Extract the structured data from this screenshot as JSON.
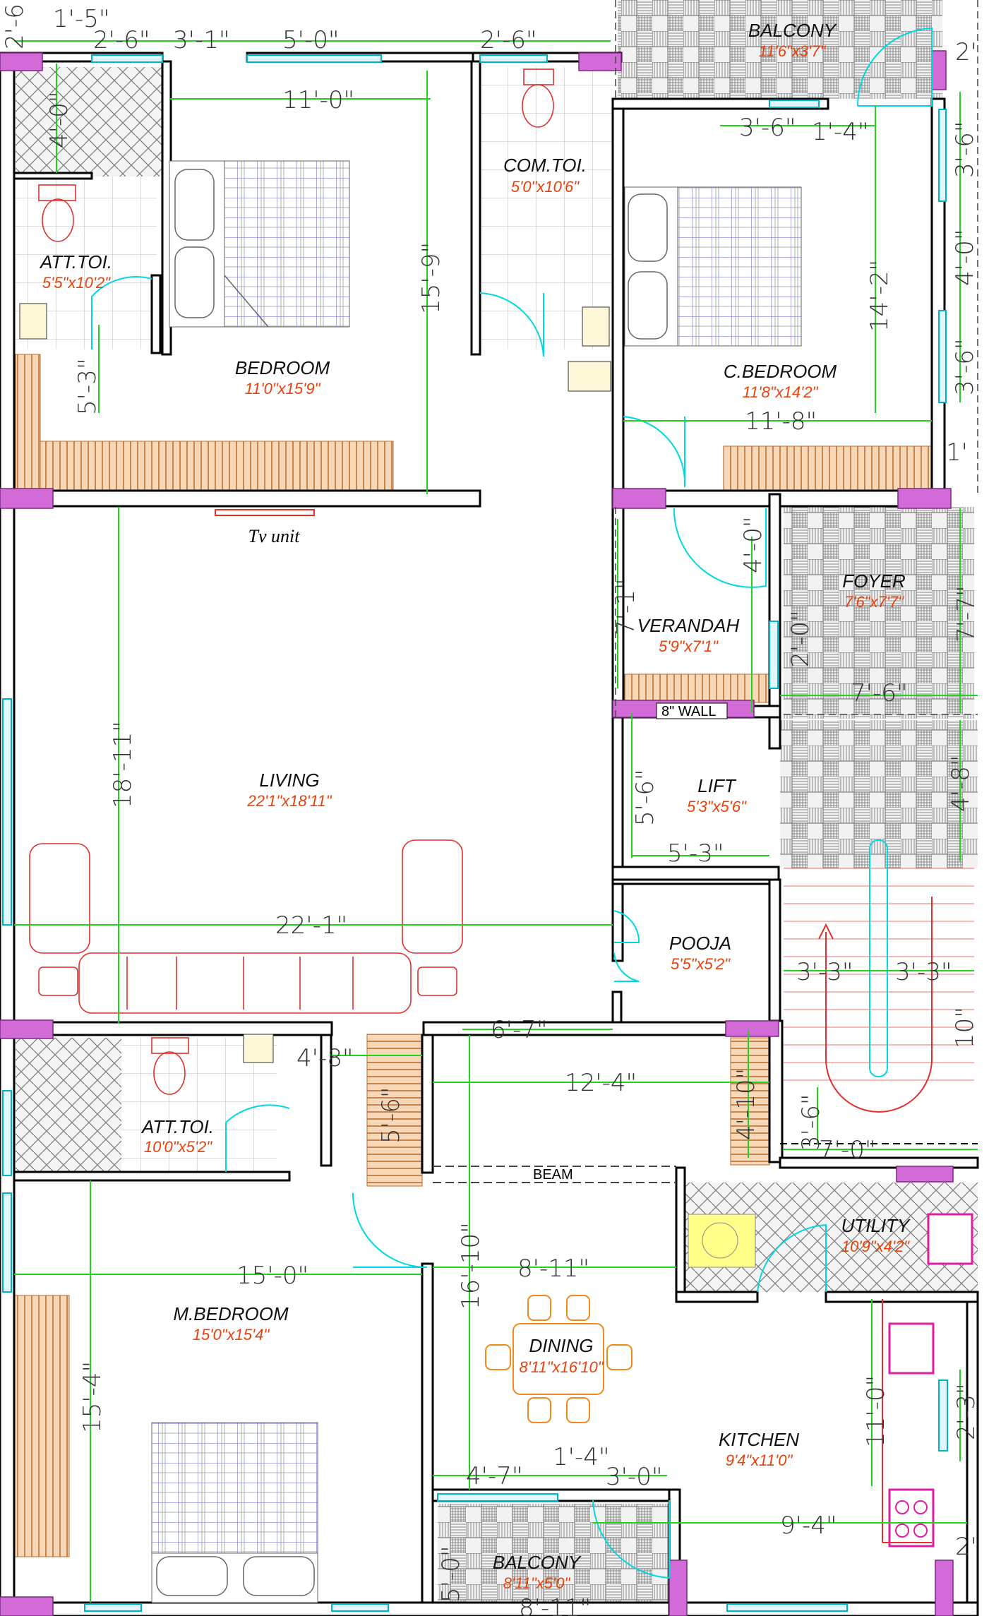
{
  "rooms": {
    "balcony_top": {
      "name": "BALCONY",
      "size": "11'6\"x3'7\""
    },
    "com_toi": {
      "name": "COM.TOI.",
      "size": "5'0\"x10'6\""
    },
    "att_toi_top": {
      "name": "ATT.TOI.",
      "size": "5'5\"x10'2\""
    },
    "bedroom": {
      "name": "BEDROOM",
      "size": "11'0\"x15'9\""
    },
    "c_bedroom": {
      "name": "C.BEDROOM",
      "size": "11'8\"x14'2\""
    },
    "foyer": {
      "name": "FOYER",
      "size": "7'6\"x7'7\""
    },
    "verandah": {
      "name": "VERANDAH",
      "size": "5'9\"x7'1\""
    },
    "lift": {
      "name": "LIFT",
      "size": "5'3\"x5'6\""
    },
    "living": {
      "name": "LIVING",
      "size": "22'1\"x18'11\""
    },
    "pooja": {
      "name": "POOJA",
      "size": "5'5\"x5'2\""
    },
    "att_toi_bottom": {
      "name": "ATT.TOI.",
      "size": "10'0\"x5'2\""
    },
    "utility": {
      "name": "UTILITY",
      "size": "10'9\"x4'2\""
    },
    "m_bedroom": {
      "name": "M.BEDROOM",
      "size": "15'0\"x15'4\""
    },
    "dining": {
      "name": "DINING",
      "size": "8'11\"x16'10\""
    },
    "kitchen": {
      "name": "KITCHEN",
      "size": "9'4\"x11'0\""
    },
    "balcony_bottom": {
      "name": "BALCONY",
      "size": "8'11\"x5'0\""
    }
  },
  "notes": {
    "tv_unit": "Tv unit",
    "wall": "8\" WALL",
    "beam": "BEAM"
  },
  "dims": {
    "d1": "1'-5\"",
    "d2": "2'-6\"",
    "d3": "3'-1\"",
    "d4": "5'-0\"",
    "d5": "2'-6\"",
    "d6": "11'-0\"",
    "d7": "4'-0\"",
    "d8": "15'-9\"",
    "d9": "5'-3\"",
    "d10": "3'-6\"",
    "d11": "1'-4\"",
    "d12": "14'-2\"",
    "d13": "3'-6\"",
    "d14": "4'-0\"",
    "d15": "3'-6\"",
    "d16": "11'-8\"",
    "d17": "7'-1\"",
    "d18": "4'-0\"",
    "d19": "2'-0\"",
    "d20": "7'-7\"",
    "d21": "7'-6\"",
    "d22": "18'-11\"",
    "d23": "5'-6\"",
    "d24": "5'-3\"",
    "d25": "4'-8\"",
    "d26": "22'-1\"",
    "d27": "3'-3\"",
    "d28": "3'-3\"",
    "d29": "6'-7\"",
    "d30": "4'-8\"",
    "d31": "5'-6\"",
    "d32": "12'-4\"",
    "d33": "4'-10\"",
    "d34": "10\"",
    "d35": "3'-6\"",
    "d36": "7'-0\"",
    "d37": "16'-10\"",
    "d38": "8'-11\"",
    "d39": "15'-0\"",
    "d40": "15'-4\"",
    "d41": "11'-0\"",
    "d42": "2'-3\"",
    "d43": "4'-7\"",
    "d44": "1'-4\"",
    "d45": "3'-0\"",
    "d46": "9'-4\"",
    "d47": "5'-0\"",
    "d48": "2'-6",
    "d49": "2'",
    "d50": "1'",
    "d51": "2'",
    "d52": "8'-11\""
  }
}
